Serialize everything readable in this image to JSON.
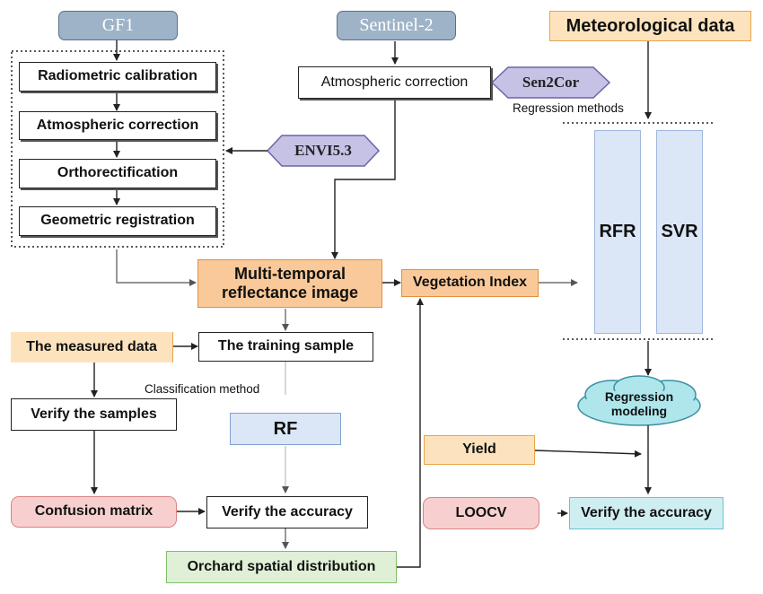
{
  "sources": {
    "gf1": "GF1",
    "sentinel2": "Sentinel-2",
    "meteorological": "Meteorological data"
  },
  "gf1_steps": [
    "Radiometric calibration",
    "Atmospheric correction",
    "Orthorectification",
    "Geometric registration"
  ],
  "sentinel_step": "Atmospheric correction",
  "tools": {
    "sen2cor": "Sen2Cor",
    "envi": "ENVI5.3"
  },
  "labels": {
    "regression_methods": "Regression methods",
    "classification_method": "Classification method"
  },
  "models": {
    "rfr": "RFR",
    "svr": "SVR"
  },
  "nodes": {
    "multi_temporal": "Multi-temporal reflectance image",
    "vegetation_index": "Vegetation Index",
    "measured_data": "The measured data",
    "training_sample": "The training sample",
    "verify_samples": "Verify the samples",
    "rf": "RF",
    "confusion_matrix": "Confusion matrix",
    "verify_accuracy_left": "Verify the accuracy",
    "orchard": "Orchard spatial distribution",
    "regression_modeling": "Regression modeling",
    "yield": "Yield",
    "loocv": "LOOCV",
    "verify_accuracy_right": "Verify the accuracy"
  },
  "colors": {
    "source_fill": "#9fb3c8",
    "orange_fill": "#fde3bd",
    "blue_fill": "#dbe6f6",
    "green_fill": "#dff0d6",
    "pink_fill": "#f8cfcf",
    "teal_fill": "#cfeef2",
    "tool_fill": "#c6c2e6",
    "cloud_fill": "#aee6ec"
  }
}
